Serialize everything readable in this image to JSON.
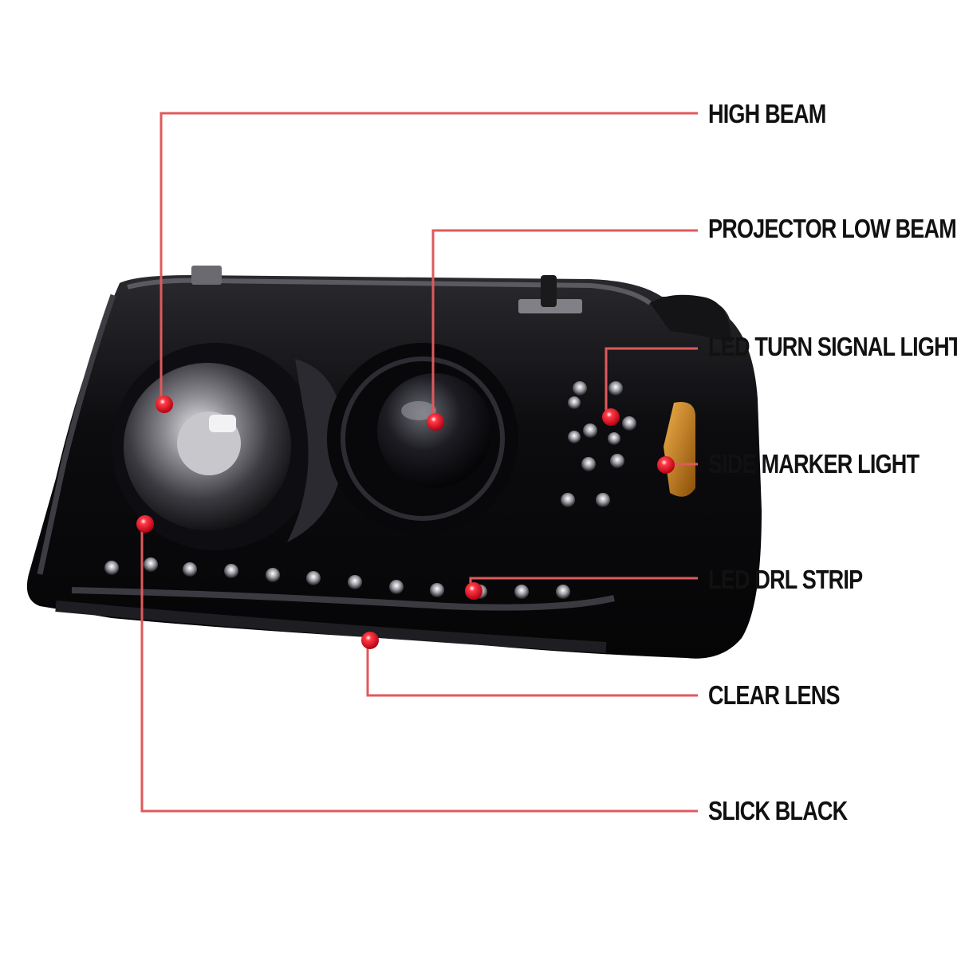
{
  "callouts": [
    {
      "id": "high-beam",
      "text": "HIGH BEAM"
    },
    {
      "id": "projector-low-beam",
      "text": "PROJECTOR LOW BEAM"
    },
    {
      "id": "led-turn-signal-light",
      "text": "LED TURN SIGNAL LIGHT"
    },
    {
      "id": "side-marker-light",
      "text": "SIDE MARKER LIGHT"
    },
    {
      "id": "led-drl-strip",
      "text": "LED DRL STRIP"
    },
    {
      "id": "clear-lens",
      "text": "CLEAR LENS"
    },
    {
      "id": "slick-black",
      "text": "SLICK BLACK"
    }
  ],
  "colors": {
    "leader_line": "#e0595c",
    "marker_dot": "#e3001b",
    "label_text": "#111111",
    "housing": "#0b0b0d",
    "amber": "#c9861a"
  },
  "icons": {
    "product": "headlight-assembly-image",
    "marker": "red-dot-marker"
  }
}
